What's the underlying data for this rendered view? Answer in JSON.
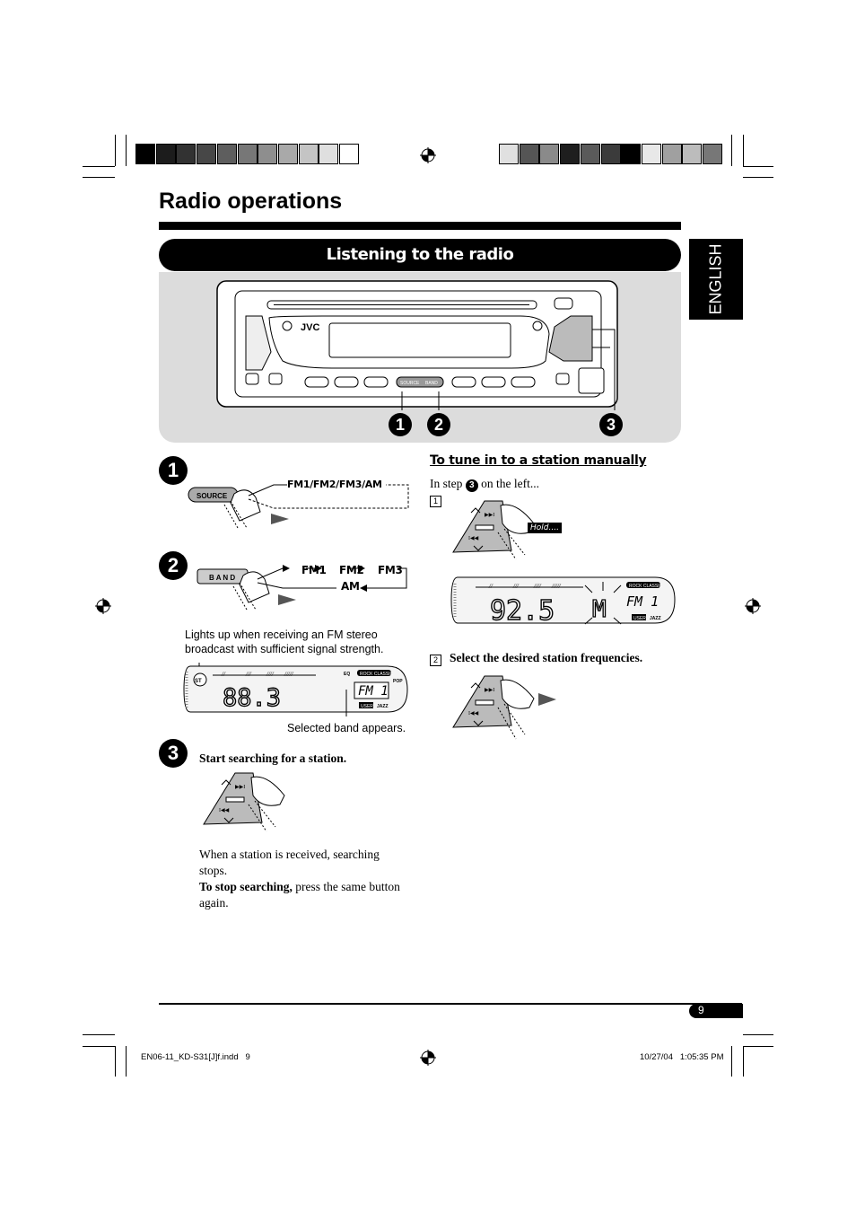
{
  "header": {
    "title": "Radio operations",
    "section_banner": "Listening to the radio",
    "language_tab": "ENGLISH"
  },
  "colors": {
    "left_bar": [
      "#000000",
      "#1c1c1c",
      "#323232",
      "#474747",
      "#5e5e5e",
      "#777777",
      "#8e8e8e",
      "#a9a9a9",
      "#c4c4c4",
      "#dfdfdf",
      "#ffffff"
    ],
    "right_bar": [
      "#e0e0e0",
      "#555555",
      "#8a8a8a",
      "#1e1e1e",
      "#5a5a5a",
      "#3b3b3b",
      "#000000",
      "#e8e8e8",
      "#a0a0a0",
      "#bcbcbc",
      "#777777"
    ],
    "panel": "#dcdcdc"
  },
  "unit_diagram": {
    "brand": "JVC",
    "source_key": "SOURCE",
    "band_key": "BAND",
    "callouts": [
      "1",
      "2",
      "3"
    ]
  },
  "step1": {
    "number": "1",
    "button": "SOURCE",
    "sequence": "FM1/FM2/FM3/AM"
  },
  "step2": {
    "number": "2",
    "button": "B A N D",
    "fm1": "FM1",
    "fm2": "FM2",
    "fm3": "FM3",
    "am": "AM",
    "st_note": "Lights up when receiving an FM stereo broadcast with sufficient signal strength.",
    "display_freq": "88.3",
    "display_band": "FM 1",
    "display_st": "ST",
    "display_eq": "EQ",
    "display_rock": "ROCK CLASSIC",
    "display_pop": "POP",
    "display_user": "USER",
    "display_jazz": "JAZZ",
    "band_note": "Selected band appears."
  },
  "step3": {
    "number": "3",
    "heading": "Start searching for a station.",
    "para1": "When a station is received, searching stops.",
    "para2_bold": "To stop searching,",
    "para2_rest": " press the same button again."
  },
  "manual": {
    "heading": "To tune in to a station manually",
    "intro_before": "In step",
    "intro_ref": "3",
    "intro_after": "on the left...",
    "sub1_num": "1",
    "hold_label": "Hold....",
    "display_freq": "92.5",
    "display_m": "M",
    "display_band": "FM 1",
    "sub2_num": "2",
    "sub2_text": "Select the desired station frequencies."
  },
  "footer": {
    "page_number": "9",
    "file": "EN06-11_KD-S31[J]f.indd   9",
    "timestamp": "10/27/04   1:05:35 PM"
  }
}
